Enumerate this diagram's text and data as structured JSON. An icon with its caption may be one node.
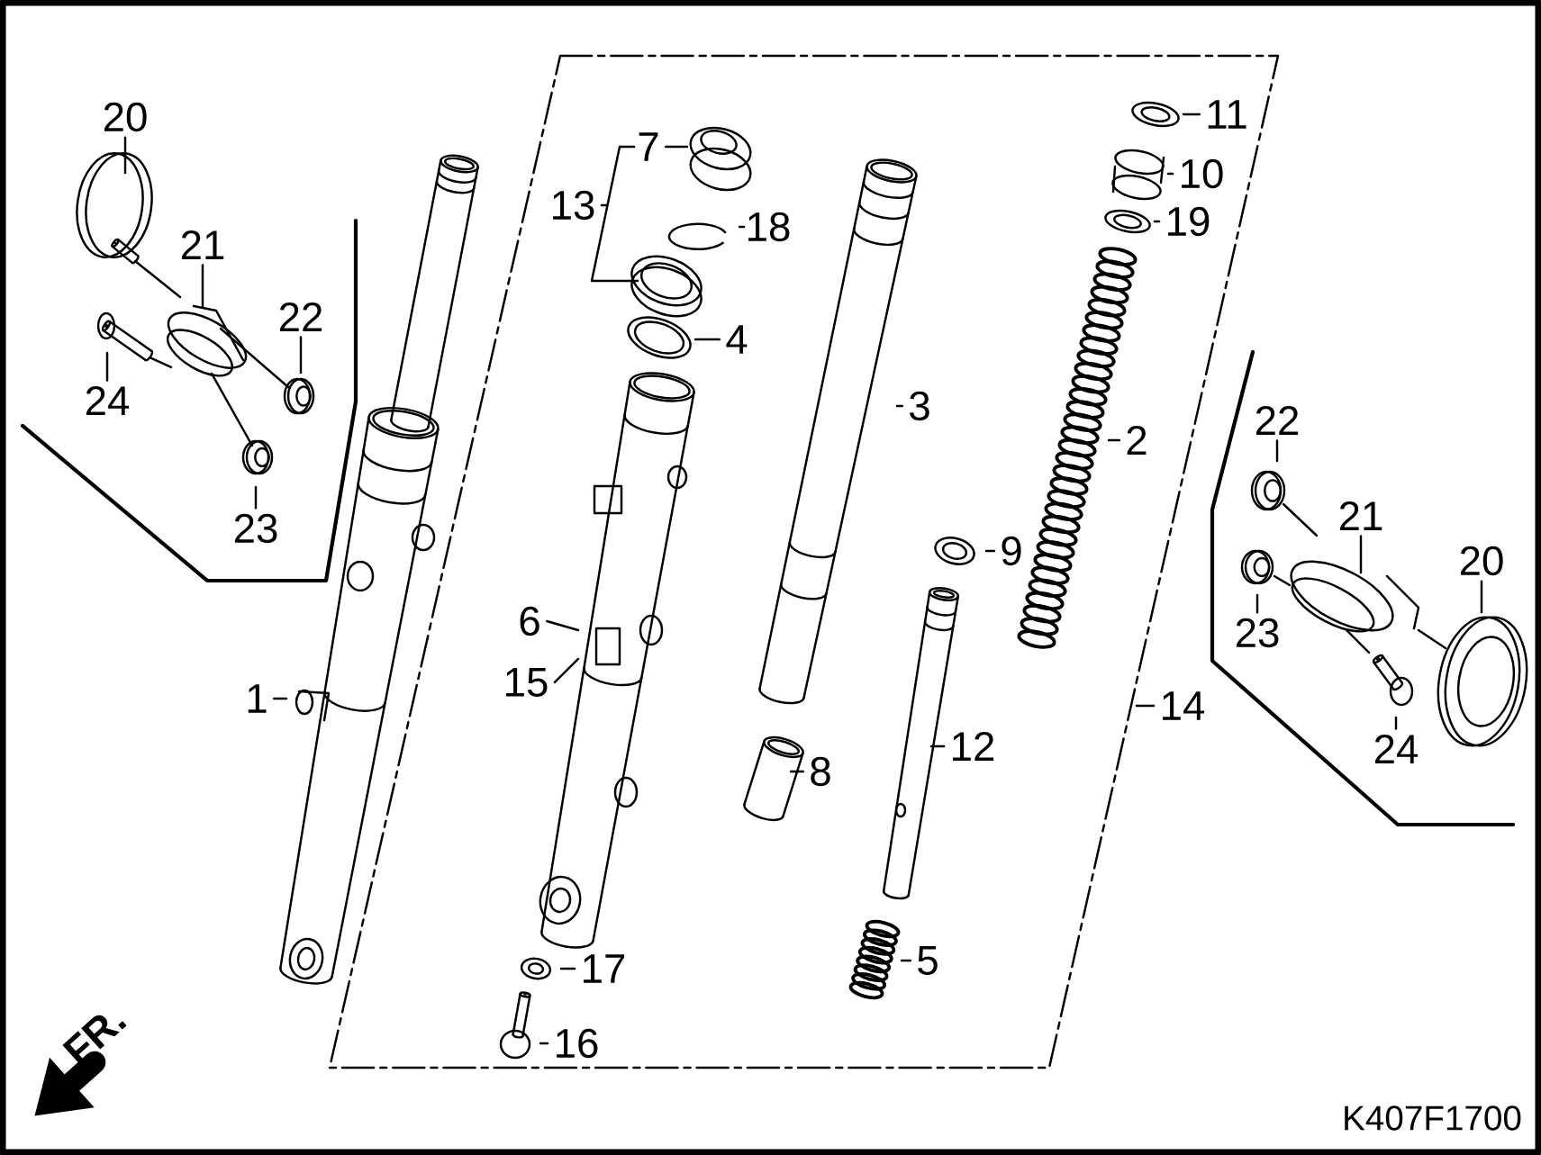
{
  "diagram": {
    "nodes": [
      {
        "text": [
          "20"
        ]
      },
      {
        "text": [
          "21"
        ]
      },
      {
        "text": [
          "22"
        ]
      },
      {
        "text": [
          "24"
        ]
      },
      {
        "text": [
          "23"
        ]
      },
      {
        "text": [
          "7"
        ]
      },
      {
        "text": [
          "13"
        ]
      },
      {
        "text": [
          "18"
        ]
      },
      {
        "text": [
          "4"
        ]
      },
      {
        "text": [
          "11"
        ]
      },
      {
        "text": [
          "10"
        ]
      },
      {
        "text": [
          "19"
        ]
      },
      {
        "text": [
          "3"
        ]
      },
      {
        "text": [
          "2"
        ]
      },
      {
        "text": [
          "9"
        ]
      },
      {
        "text": [
          "22"
        ]
      },
      {
        "text": [
          "21"
        ]
      },
      {
        "text": [
          "20"
        ]
      },
      {
        "text": [
          "23"
        ]
      },
      {
        "text": [
          "6"
        ]
      },
      {
        "text": [
          "15"
        ]
      },
      {
        "text": [
          "1"
        ]
      },
      {
        "text": [
          "14"
        ]
      },
      {
        "text": [
          "12"
        ]
      },
      {
        "text": [
          "8"
        ]
      },
      {
        "text": [
          "24"
        ]
      },
      {
        "text": [
          "5"
        ]
      },
      {
        "text": [
          "17"
        ]
      },
      {
        "text": [
          "16"
        ]
      }
    ],
    "edges": [
      {
        "from": 0,
        "to": null,
        "arrow": "none"
      },
      {
        "from": 1,
        "to": null,
        "arrow": "none"
      },
      {
        "from": 2,
        "to": null,
        "arrow": "none"
      },
      {
        "from": 3,
        "to": null,
        "arrow": "none"
      },
      {
        "from": 4,
        "to": null,
        "arrow": "none"
      },
      {
        "from": 5,
        "to": null,
        "arrow": "none"
      },
      {
        "from": 6,
        "to": null,
        "arrow": "none"
      },
      {
        "from": 7,
        "to": null,
        "arrow": "none"
      },
      {
        "from": 8,
        "to": null,
        "arrow": "none"
      },
      {
        "from": 9,
        "to": null,
        "arrow": "none"
      },
      {
        "from": 10,
        "to": null,
        "arrow": "none"
      },
      {
        "from": 11,
        "to": null,
        "arrow": "none"
      },
      {
        "from": 12,
        "to": null,
        "arrow": "none"
      },
      {
        "from": 13,
        "to": null,
        "arrow": "none"
      },
      {
        "from": 14,
        "to": null,
        "arrow": "none"
      },
      {
        "from": 15,
        "to": null,
        "arrow": "none"
      },
      {
        "from": 16,
        "to": null,
        "arrow": "none"
      },
      {
        "from": 17,
        "to": null,
        "arrow": "none"
      },
      {
        "from": 18,
        "to": null,
        "arrow": "none"
      },
      {
        "from": 19,
        "to": null,
        "arrow": "none"
      },
      {
        "from": 20,
        "to": null,
        "arrow": "none"
      },
      {
        "from": 21,
        "to": null,
        "arrow": "none"
      },
      {
        "from": 22,
        "to": null,
        "arrow": "none"
      },
      {
        "from": 23,
        "to": null,
        "arrow": "none"
      },
      {
        "from": 24,
        "to": null,
        "arrow": "none"
      },
      {
        "from": 25,
        "to": null,
        "arrow": "none"
      },
      {
        "from": 26,
        "to": null,
        "arrow": "none"
      },
      {
        "from": 27,
        "to": null,
        "arrow": "none"
      },
      {
        "from": 28,
        "to": null,
        "arrow": "none"
      }
    ],
    "labels": [
      "FR.",
      "K407F1700"
    ]
  }
}
